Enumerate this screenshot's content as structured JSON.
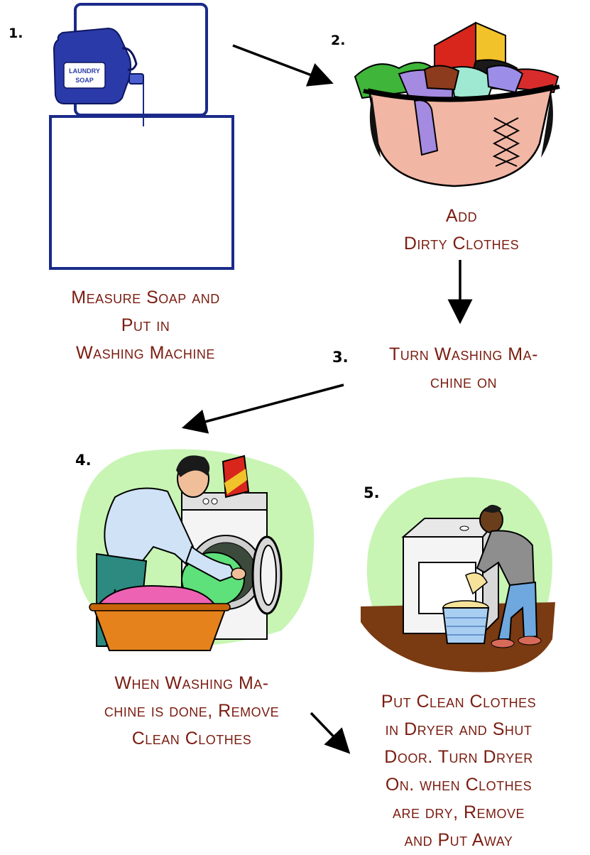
{
  "steps": [
    {
      "number": "1.",
      "caption_lines": [
        "Measure Soap and",
        "Put in",
        "Washing Machine"
      ]
    },
    {
      "number": "2.",
      "caption_lines": [
        "Add",
        "Dirty Clothes"
      ]
    },
    {
      "number": "3.",
      "caption_lines": [
        "Turn Washing Ma-",
        "chine on"
      ]
    },
    {
      "number": "4.",
      "caption_lines": [
        "When Washing Ma-",
        "chine is done, Remove",
        "Clean Clothes"
      ]
    },
    {
      "number": "5.",
      "caption_lines": [
        "Put Clean Clothes",
        "in Dryer and Shut",
        "Door.  Turn Dryer",
        "On.  when Clothes",
        "are dry, Remove",
        "and Put Away"
      ]
    }
  ],
  "soap_label": [
    "LAUNDRY",
    "SOAP"
  ],
  "colors": {
    "caption": "#7a1c10",
    "outline_blue": "#1a2a8a",
    "bottle_blue": "#2a3aa8",
    "backdrop_green": "#c8f5b4"
  }
}
